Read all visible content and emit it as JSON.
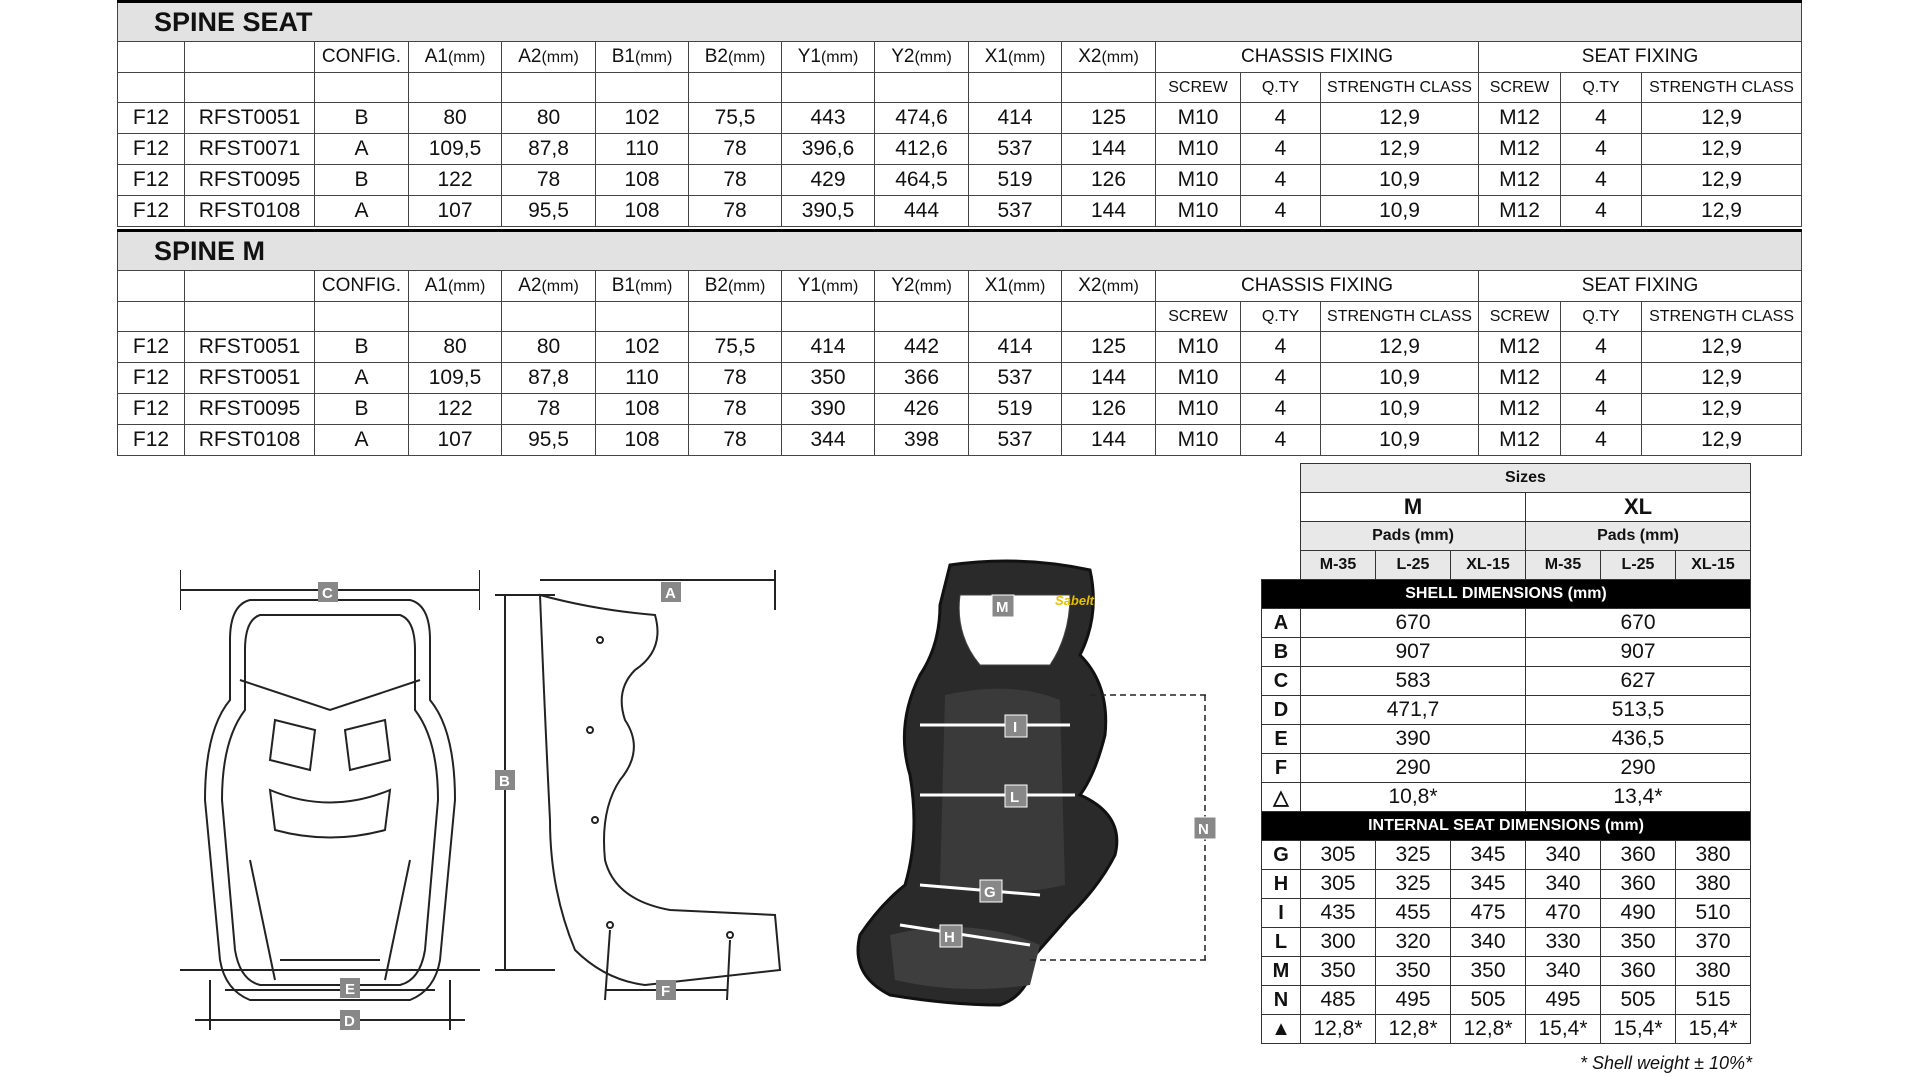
{
  "header_cols": [
    "CONFIG.",
    "A1",
    "A2",
    "B1",
    "B2",
    "Y1",
    "Y2",
    "X1",
    "X2"
  ],
  "unit": "(mm)",
  "chassis_fixing": "CHASSIS FIXING",
  "seat_fixing": "SEAT FIXING",
  "sub_cols": [
    "SCREW",
    "Q.TY",
    "STRENGTH CLASS",
    "SCREW",
    "Q.TY",
    "STRENGTH CLASS"
  ],
  "tables": [
    {
      "title": "SPINE SEAT",
      "rows": [
        [
          "F12",
          "RFST0051",
          "B",
          "80",
          "80",
          "102",
          "75,5",
          "443",
          "474,6",
          "414",
          "125",
          "M10",
          "4",
          "12,9",
          "M12",
          "4",
          "12,9"
        ],
        [
          "F12",
          "RFST0071",
          "A",
          "109,5",
          "87,8",
          "110",
          "78",
          "396,6",
          "412,6",
          "537",
          "144",
          "M10",
          "4",
          "12,9",
          "M12",
          "4",
          "12,9"
        ],
        [
          "F12",
          "RFST0095",
          "B",
          "122",
          "78",
          "108",
          "78",
          "429",
          "464,5",
          "519",
          "126",
          "M10",
          "4",
          "10,9",
          "M12",
          "4",
          "12,9"
        ],
        [
          "F12",
          "RFST0108",
          "A",
          "107",
          "95,5",
          "108",
          "78",
          "390,5",
          "444",
          "537",
          "144",
          "M10",
          "4",
          "10,9",
          "M12",
          "4",
          "12,9"
        ]
      ]
    },
    {
      "title": "SPINE M",
      "rows": [
        [
          "F12",
          "RFST0051",
          "B",
          "80",
          "80",
          "102",
          "75,5",
          "414",
          "442",
          "414",
          "125",
          "M10",
          "4",
          "12,9",
          "M12",
          "4",
          "12,9"
        ],
        [
          "F12",
          "RFST0051",
          "A",
          "109,5",
          "87,8",
          "110",
          "78",
          "350",
          "366",
          "537",
          "144",
          "M10",
          "4",
          "10,9",
          "M12",
          "4",
          "12,9"
        ],
        [
          "F12",
          "RFST0095",
          "B",
          "122",
          "78",
          "108",
          "78",
          "390",
          "426",
          "519",
          "126",
          "M10",
          "4",
          "10,9",
          "M12",
          "4",
          "12,9"
        ],
        [
          "F12",
          "RFST0108",
          "A",
          "107",
          "95,5",
          "108",
          "78",
          "344",
          "398",
          "537",
          "144",
          "M10",
          "4",
          "10,9",
          "M12",
          "4",
          "12,9"
        ]
      ]
    }
  ],
  "sizes": {
    "title": "Sizes",
    "size_m": "M",
    "size_xl": "XL",
    "pads": "Pads (mm)",
    "pad_cols": [
      "M-35",
      "L-25",
      "XL-15",
      "M-35",
      "L-25",
      "XL-15"
    ],
    "shell_header": "SHELL DIMENSIONS (mm)",
    "shell_rows": [
      [
        "A",
        "670",
        "670"
      ],
      [
        "B",
        "907",
        "907"
      ],
      [
        "C",
        "583",
        "627"
      ],
      [
        "D",
        "471,7",
        "513,5"
      ],
      [
        "E",
        "390",
        "436,5"
      ],
      [
        "F",
        "290",
        "290"
      ]
    ],
    "shell_weight": [
      "10,8*",
      "13,4*"
    ],
    "internal_header": "INTERNAL SEAT DIMENSIONS (mm)",
    "internal_rows": [
      [
        "G",
        "305",
        "325",
        "345",
        "340",
        "360",
        "380"
      ],
      [
        "H",
        "305",
        "325",
        "345",
        "340",
        "360",
        "380"
      ],
      [
        "I",
        "435",
        "455",
        "475",
        "470",
        "490",
        "510"
      ],
      [
        "L",
        "300",
        "320",
        "340",
        "330",
        "350",
        "370"
      ],
      [
        "M",
        "350",
        "350",
        "350",
        "340",
        "360",
        "380"
      ],
      [
        "N",
        "485",
        "495",
        "505",
        "495",
        "505",
        "515"
      ]
    ],
    "internal_weight": [
      "12,8*",
      "12,8*",
      "12,8*",
      "15,4*",
      "15,4*",
      "15,4*"
    ]
  },
  "footnote": "* Shell weight ± 10%*",
  "drawing_labels": {
    "front": [
      "C",
      "E",
      "D"
    ],
    "side": [
      "A",
      "B",
      "F"
    ],
    "photo": [
      "M",
      "I",
      "L",
      "G",
      "H",
      "N"
    ],
    "logo": "Sabelt"
  }
}
